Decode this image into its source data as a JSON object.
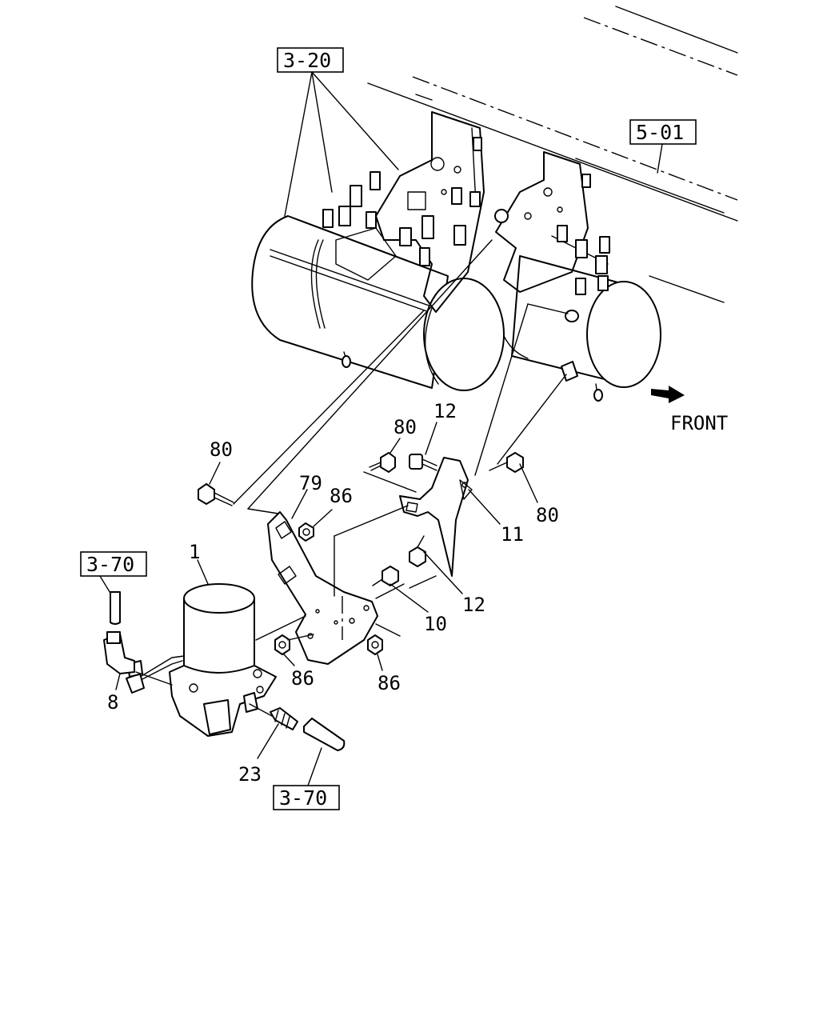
{
  "diagram": {
    "reference_boxes": {
      "frame_ref": "3-20",
      "tank_ref": "5-01",
      "hose_ref_top": "3-70",
      "hose_ref_bottom": "3-70"
    },
    "direction_label": "FRONT",
    "callouts": {
      "dryer": "1",
      "elbow": "8",
      "bolt_10": "10",
      "bracket_11": "11",
      "bolt_12_top": "12",
      "bolt_12_lower": "12",
      "fitting_23": "23",
      "bracket_79": "79",
      "bolt_80_left": "80",
      "bolt_80_mid": "80",
      "bolt_80_right": "80",
      "nut_86_top": "86",
      "nut_86_left": "86",
      "nut_86_right": "86"
    }
  }
}
